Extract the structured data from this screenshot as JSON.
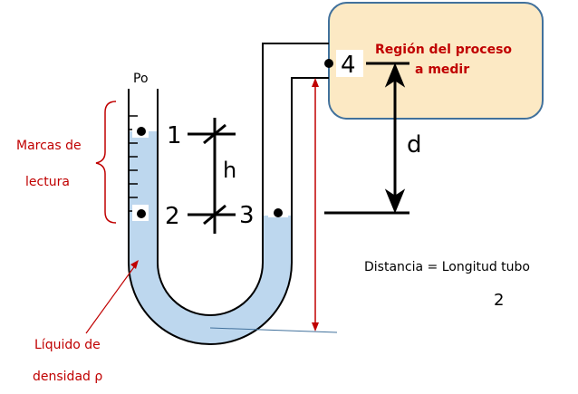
{
  "title": "Manómetro de tubo en U",
  "colors": {
    "liquid": "#bdd7ee",
    "process_fill": "#fce9c4",
    "process_border": "#41719c",
    "annotation_red": "#c00000",
    "line": "#000000"
  },
  "labels": {
    "po": "Po",
    "marcas_line1": "Marcas de",
    "marcas_line2": "lectura",
    "liquido_line1": "Líquido de",
    "liquido_line2": "densidad ρ",
    "process_line1": "Región del proceso",
    "process_line2": "a medir",
    "h": "h",
    "d": "d",
    "distancia": "Distancia = Longitud tubo",
    "distancia_number": "2"
  },
  "points": [
    {
      "id": "1",
      "label": "1"
    },
    {
      "id": "2",
      "label": "2"
    },
    {
      "id": "3",
      "label": "3"
    },
    {
      "id": "4",
      "label": "4"
    }
  ]
}
